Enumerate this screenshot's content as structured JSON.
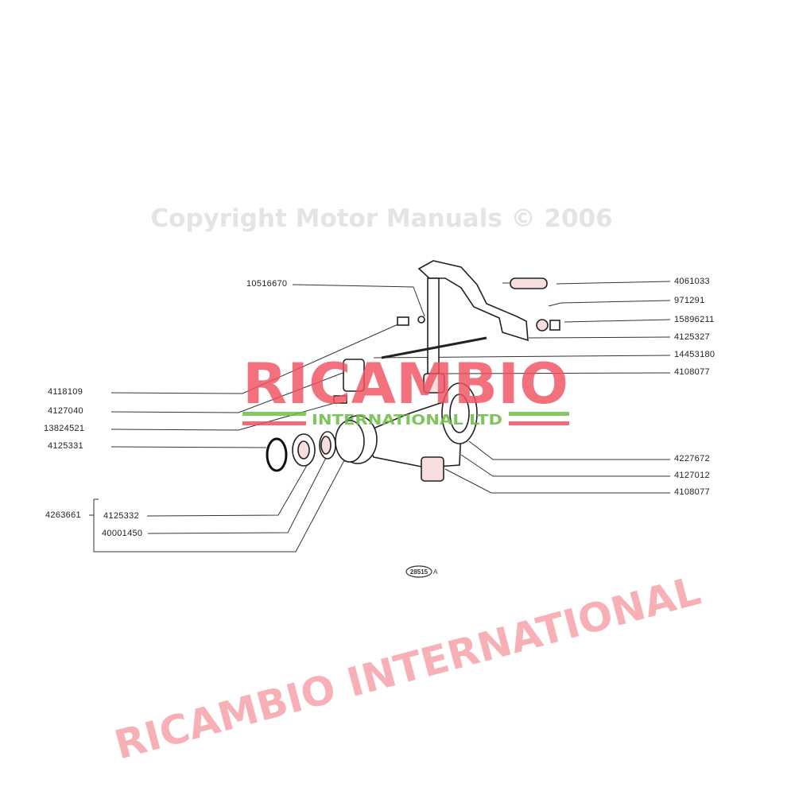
{
  "diagram": {
    "left_labels": {
      "p10516670": "10516670",
      "p4118109": "4118109",
      "p4127040": "4127040",
      "p13824521": "13824521",
      "p4125331": "4125331",
      "p4263661": "4263661",
      "p4125332": "4125332",
      "p40001450": "40001450"
    },
    "right_labels": {
      "p4061033": "4061033",
      "p971291": "971291",
      "p15896211": "15896211",
      "p4125327": "4125327",
      "p14453180": "14453180",
      "p4108077a": "4108077",
      "p4227672": "4227672",
      "p4127012": "4127012",
      "p4108077b": "4108077"
    },
    "figure_ref": "28515",
    "figure_suffix": "A"
  },
  "watermark": {
    "brand": "RICAMBIO",
    "sub": "INTERNATIONAL LTD",
    "diagonal": "RICAMBIO INTERNATIONAL",
    "copyright": "Copyright Motor Manuals © 2006",
    "red": "#f05060",
    "green": "#6fbf4a"
  }
}
